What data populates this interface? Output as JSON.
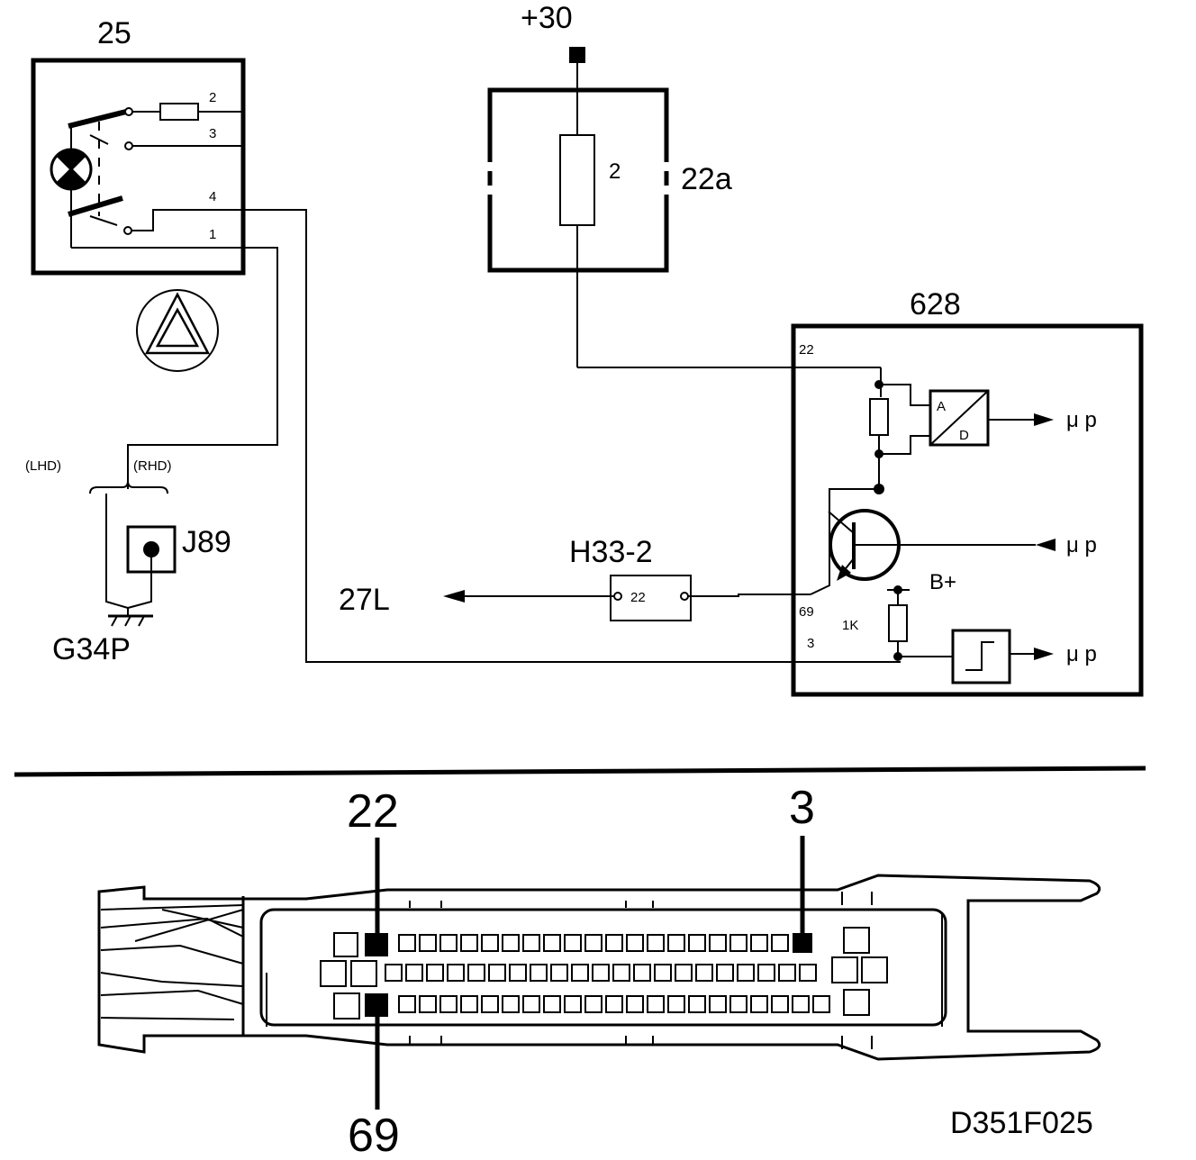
{
  "labels": {
    "switch_id": "25",
    "supply": "+30",
    "fuse_box_id": "22a",
    "fuse_number": "2",
    "module_id": "628",
    "connector_id": "H33-2",
    "connector_pin": "22",
    "dest": "27L",
    "jumper_id": "J89",
    "ground_id": "G34P",
    "lhd": "(LHD)",
    "rhd": "(RHD)",
    "b_plus": "B+",
    "resistor": "1K",
    "adc_a": "A",
    "adc_d": "D",
    "mp1": "μ p",
    "mp2": "μ p",
    "mp3": "μ p",
    "figure_id": "D351F025"
  },
  "switch_pins": [
    "2",
    "3",
    "4",
    "1"
  ],
  "module_pins": [
    "22",
    "69",
    "3"
  ],
  "connector_callouts": {
    "top_left": "22",
    "top_right": "3",
    "bottom": "69"
  }
}
